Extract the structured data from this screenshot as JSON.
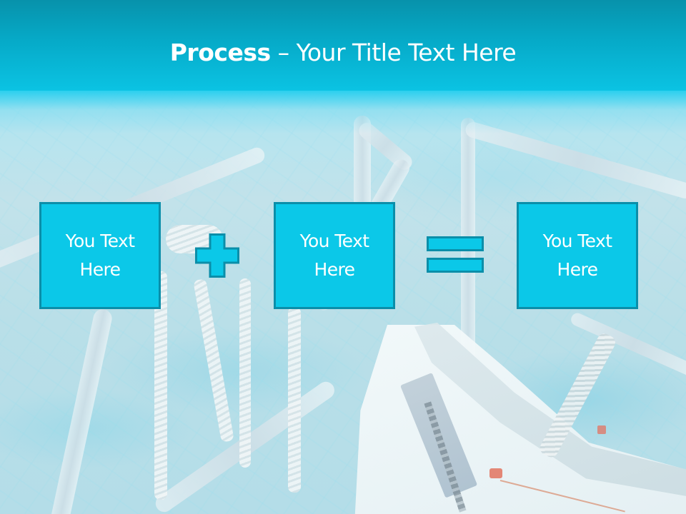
{
  "slide": {
    "title": {
      "bold": "Process",
      "separator": " – ",
      "rest": "Your Title Text Here"
    },
    "process": [
      {
        "line1": "You Text",
        "line2": "Here"
      },
      {
        "operator": "plus"
      },
      {
        "line1": "You Text",
        "line2": "Here"
      },
      {
        "operator": "equals"
      },
      {
        "line1": "You Text",
        "line2": "Here"
      }
    ],
    "boxes": [
      {
        "line1": "You Text",
        "line2": "Here"
      },
      {
        "line1": "You Text",
        "line2": "Here"
      },
      {
        "line1": "You Text",
        "line2": "Here"
      }
    ],
    "operators": {
      "first": "plus-icon",
      "second": "equals-icon"
    },
    "colors": {
      "header_top": "#0792ab",
      "header_bottom": "#0bc3e3",
      "box_fill": "#0bc8e8",
      "box_border": "#0b8ea9",
      "text": "#ffffff"
    },
    "background": "boat-bow-railing-over-turquoise-water-photo"
  }
}
